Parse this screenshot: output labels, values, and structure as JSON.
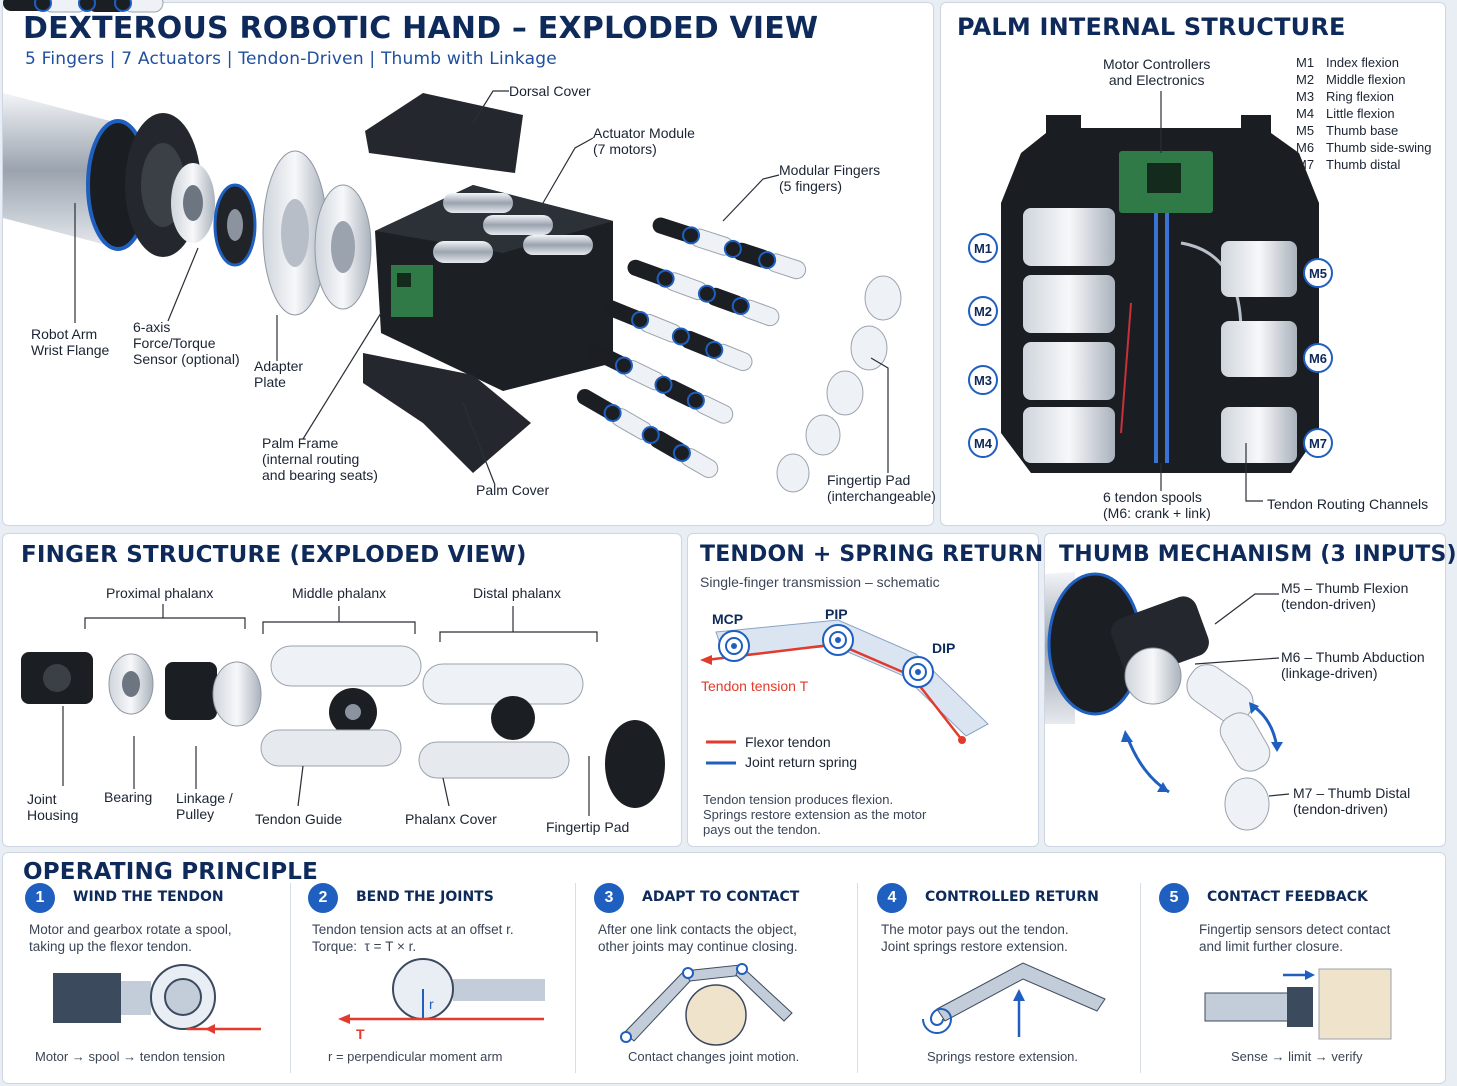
{
  "exploded": {
    "title": "DEXTEROUS ROBOTIC HAND – EXPLODED VIEW",
    "subtitle": "5 Fingers  |  7 Actuators  |  Tendon-Driven  |  Thumb with Linkage",
    "labels": {
      "dorsal_cover": "Dorsal Cover",
      "actuator_module": "Actuator Module\n(7 motors)",
      "modular_fingers": "Modular Fingers\n(5 fingers)",
      "robot_arm": "Robot Arm\nWrist Flange",
      "sensor": "6-axis\nForce/Torque\nSensor (optional)",
      "adapter": "Adapter\nPlate",
      "palm_frame": "Palm Frame\n(internal routing\nand bearing seats)",
      "palm_cover": "Palm Cover",
      "fingertip_pad": "Fingertip Pad\n(interchangeable)"
    }
  },
  "palm": {
    "title": "PALM INTERNAL STRUCTURE",
    "controllers": "Motor Controllers\nand Electronics",
    "motors": [
      {
        "id": "M1",
        "desc": "Index flexion"
      },
      {
        "id": "M2",
        "desc": "Middle flexion"
      },
      {
        "id": "M3",
        "desc": "Ring flexion"
      },
      {
        "id": "M4",
        "desc": "Little flexion"
      },
      {
        "id": "M5",
        "desc": "Thumb base"
      },
      {
        "id": "M6",
        "desc": "Thumb side-swing"
      },
      {
        "id": "M7",
        "desc": "Thumb distal"
      }
    ],
    "spools": "6 tendon spools\n(M6: crank + link)",
    "channels": "Tendon Routing Channels"
  },
  "finger": {
    "title": "FINGER STRUCTURE (EXPLODED VIEW)",
    "groups": {
      "proximal": "Proximal phalanx",
      "middle": "Middle phalanx",
      "distal": "Distal phalanx"
    },
    "labels": {
      "joint_housing": "Joint\nHousing",
      "bearing": "Bearing",
      "linkage": "Linkage /\nPulley",
      "tendon_guide": "Tendon Guide",
      "phalanx_cover": "Phalanx Cover",
      "fingertip_pad": "Fingertip Pad"
    }
  },
  "tendon": {
    "title": "TENDON + SPRING RETURN",
    "subtitle": "Single-finger transmission – schematic",
    "joints": {
      "mcp": "MCP",
      "pip": "PIP",
      "dip": "DIP"
    },
    "tension": "Tendon tension T",
    "legend": {
      "flexor": "Flexor tendon",
      "spring": "Joint return spring"
    },
    "note": "Tendon tension produces flexion.\nSprings restore extension as the motor\npays out the tendon.",
    "colors": {
      "flexor": "#e23a2c",
      "spring": "#1f5fbf"
    }
  },
  "thumb": {
    "title": "THUMB MECHANISM (3 INPUTS)",
    "m5": "M5 – Thumb Flexion\n(tendon-driven)",
    "m6": "M6 – Thumb Abduction\n(linkage-driven)",
    "m7": "M7 – Thumb Distal\n(tendon-driven)"
  },
  "operating": {
    "title": "OPERATING PRINCIPLE",
    "steps": [
      {
        "num": "1",
        "title": "WIND THE TENDON",
        "desc": "Motor and gearbox rotate a spool,\ntaking up the flexor tendon.",
        "caption": "Motor → spool → tendon tension"
      },
      {
        "num": "2",
        "title": "BEND THE JOINTS",
        "desc": "Tendon tension acts at an offset r.\nTorque:  τ = T × r.",
        "caption": "r = perpendicular moment arm",
        "r": "r",
        "t": "T"
      },
      {
        "num": "3",
        "title": "ADAPT TO CONTACT",
        "desc": "After one link contacts the object,\nother joints may continue closing.",
        "caption": "Contact changes joint motion."
      },
      {
        "num": "4",
        "title": "CONTROLLED RETURN",
        "desc": "The motor pays out the tendon.\nJoint springs restore extension.",
        "caption": "Springs restore extension."
      },
      {
        "num": "5",
        "title": "CONTACT FEEDBACK",
        "desc": "Fingertip sensors detect contact\nand limit further closure.",
        "caption": "Sense → limit → verify"
      }
    ]
  }
}
